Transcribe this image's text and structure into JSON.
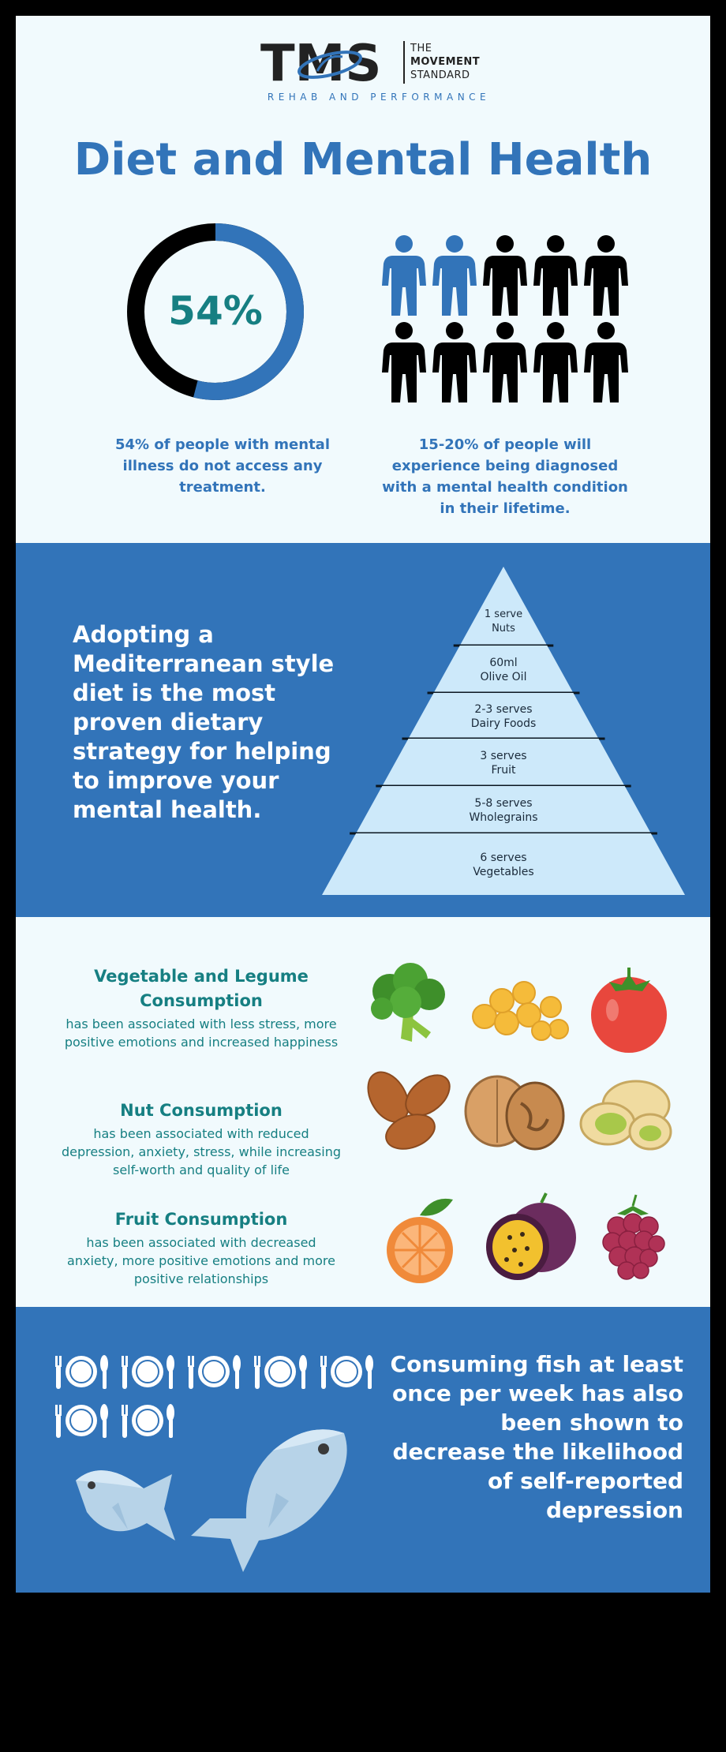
{
  "logo": {
    "mark_text": "TMS",
    "line1": "THE",
    "line2": "MOVEMENT",
    "line3": "STANDARD",
    "tagline": "REHAB AND PERFORMANCE"
  },
  "title": "Diet and Mental Health",
  "stats": {
    "donut_value": "54%",
    "donut_fraction": 0.54,
    "donut_caption": "54% of people with mental illness do not access any treatment.",
    "people_highlighted": 2,
    "people_total": 10,
    "people_caption": "15-20% of people will experience being diagnosed with a mental health condition in their lifetime."
  },
  "diet": {
    "statement": "Adopting a Mediterranean style diet is the most proven dietary strategy for helping to improve your mental health.",
    "pyramid": [
      {
        "serves": "1 serve",
        "food": "Nuts"
      },
      {
        "serves": "60ml",
        "food": "Olive Oil"
      },
      {
        "serves": "2-3 serves",
        "food": "Dairy Foods"
      },
      {
        "serves": "3 serves",
        "food": "Fruit"
      },
      {
        "serves": "5-8 serves",
        "food": "Wholegrains"
      },
      {
        "serves": "6 serves",
        "food": "Vegetables"
      }
    ]
  },
  "foods": [
    {
      "title": "Vegetable and Legume Consumption",
      "desc": "has been associated with less stress, more positive emotions and increased happiness",
      "icons": [
        "broccoli-icon",
        "chickpeas-icon",
        "tomato-icon"
      ]
    },
    {
      "title": "Nut Consumption",
      "desc": "has been associated with reduced depression, anxiety, stress, while increasing self-worth and quality of life",
      "icons": [
        "almonds-icon",
        "walnut-icon",
        "pistachio-icon"
      ]
    },
    {
      "title": "Fruit Consumption",
      "desc": "has been associated with decreased anxiety, more positive emotions and more positive relationships",
      "icons": [
        "orange-icon",
        "passionfruit-icon",
        "raspberry-icon"
      ]
    }
  ],
  "fish": {
    "statement": "Consuming fish at least once per week has also been shown to decrease the likelihood of self-reported depression",
    "plate_count": 7
  },
  "colors": {
    "blue": "#3274b9",
    "light": "#f1fafd",
    "teal": "#167f82",
    "pyramid": "#cde9fa"
  }
}
